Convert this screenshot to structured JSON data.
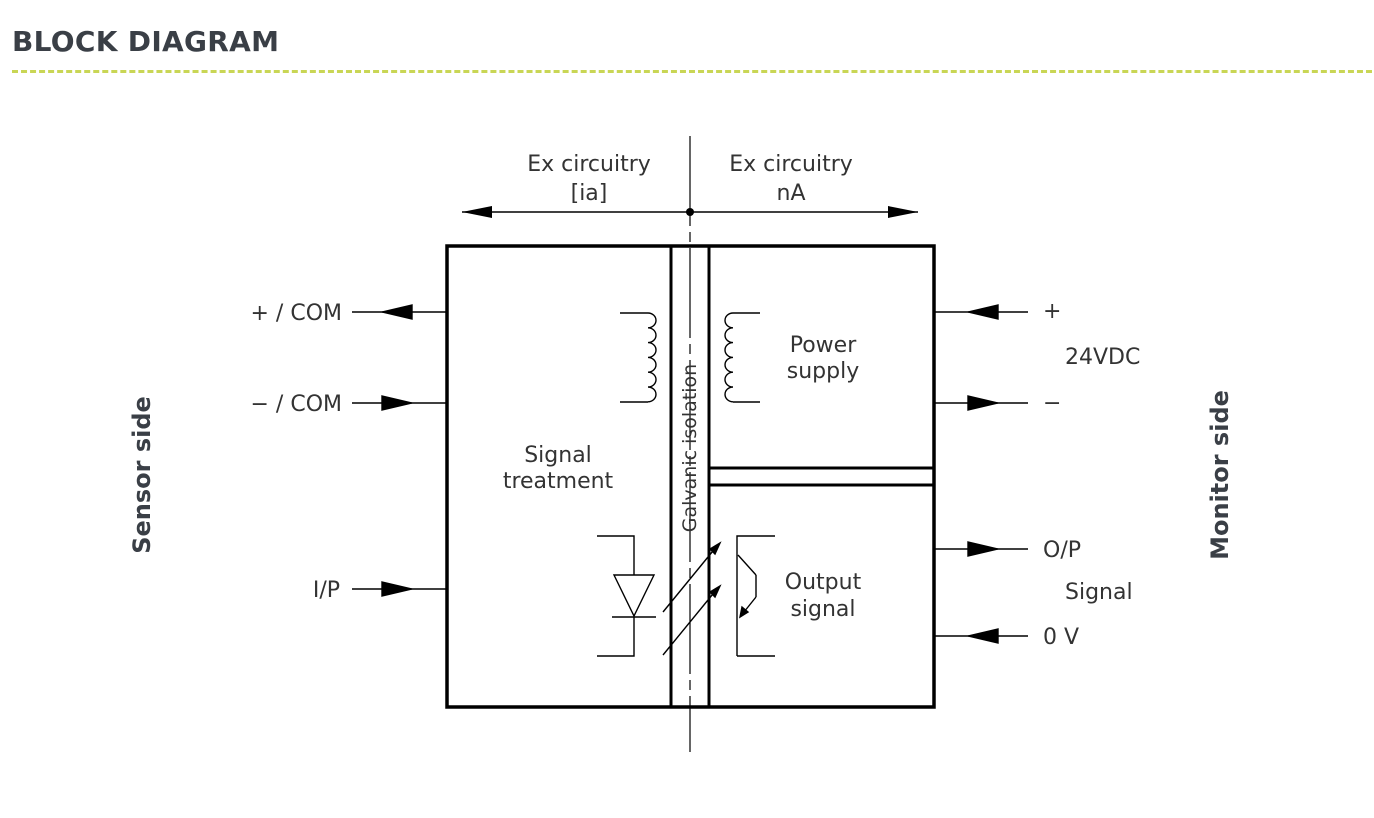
{
  "header": {
    "title": "BLOCK DIAGRAM"
  },
  "zones": {
    "left": {
      "line1": "Ex circuitry",
      "line2": "[ia]"
    },
    "right": {
      "line1": "Ex circuitry",
      "line2": "nA"
    }
  },
  "sensor": {
    "side_label": "Sensor side",
    "plus_com": "+ / COM",
    "minus_com": "− / COM",
    "input": "I/P"
  },
  "monitor": {
    "side_label": "Monitor side",
    "plus": "+",
    "supply": "24VDC",
    "minus": "−",
    "output": "O/P",
    "signal": "Signal",
    "zero": "0 V"
  },
  "blocks": {
    "signal_treatment": {
      "line1": "Signal",
      "line2": "treatment"
    },
    "power_supply": {
      "line1": "Power",
      "line2": "supply"
    },
    "output_signal": {
      "line1": "Output",
      "line2": "signal"
    },
    "isolation": "Galvanic isolation"
  },
  "colors": {
    "title": "#3a3f46",
    "rule": "#c9d655",
    "line": "#000000"
  }
}
